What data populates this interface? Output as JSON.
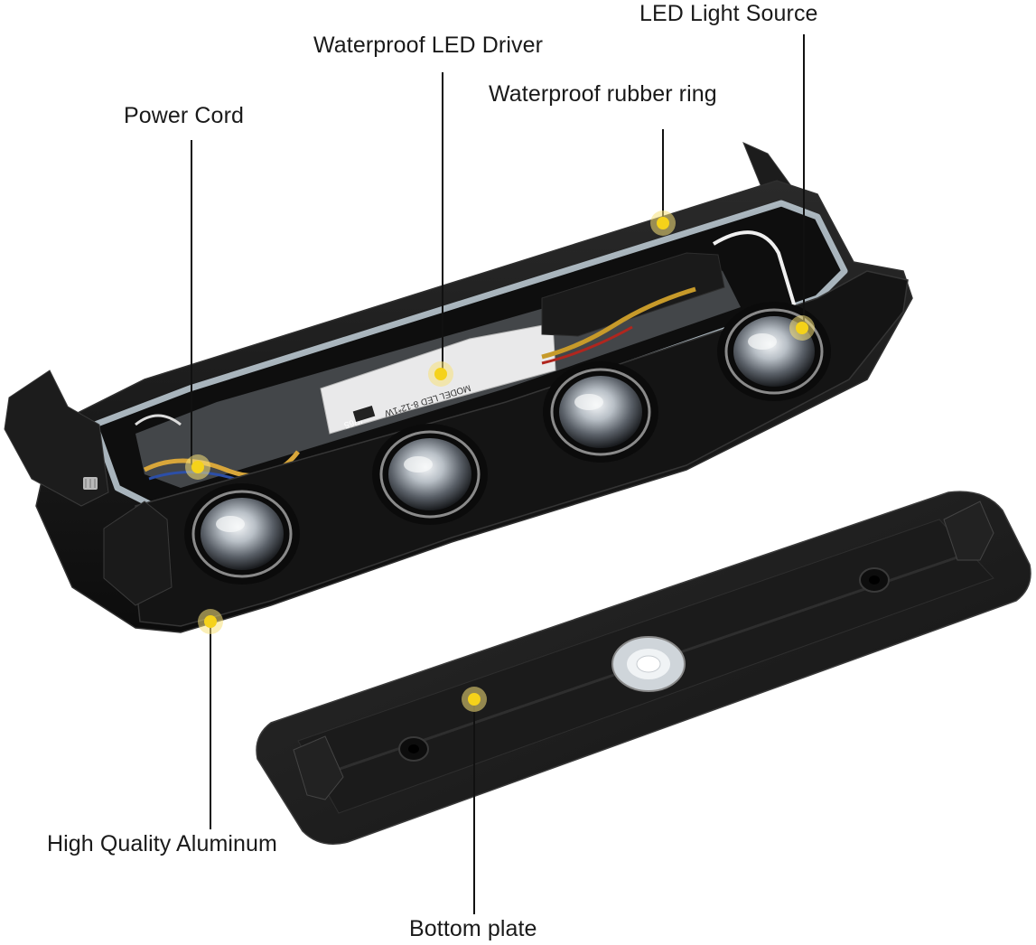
{
  "colors": {
    "housing": "#151515",
    "housing_edge": "#2e2e2e",
    "gasket": "#b9c6cf",
    "leader": "#111111",
    "marker": "#f5d21a",
    "marker_halo": "#f7e27a",
    "driver": "#e9e9ea",
    "lens_ring": "#8a8a8a"
  },
  "icons": {
    "marker": "callout-dot-icon",
    "lens": "led-lens-icon"
  },
  "driver_label": {
    "model": "MODEL LED 8-12*1W",
    "rating": "IP65"
  },
  "callouts": [
    {
      "id": "led-light-source",
      "label": "LED Light Source"
    },
    {
      "id": "waterproof-led-driver",
      "label": "Waterproof LED Driver"
    },
    {
      "id": "waterproof-rubber-ring",
      "label": "Waterproof rubber ring"
    },
    {
      "id": "power-cord",
      "label": "Power Cord"
    },
    {
      "id": "high-quality-aluminum",
      "label": "High Quality Aluminum"
    },
    {
      "id": "bottom-plate",
      "label": "Bottom plate"
    }
  ]
}
